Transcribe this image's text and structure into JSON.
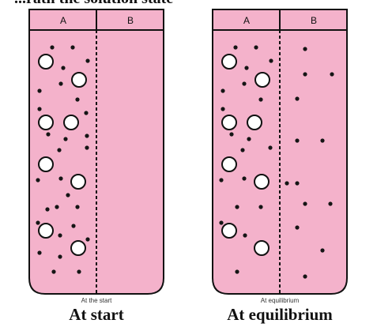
{
  "top_text": "...rath the solution state",
  "left_panel": {
    "compartment_a": "A",
    "compartment_b": "B",
    "small_caption": "At the start",
    "caption": "At start"
  },
  "right_panel": {
    "compartment_a": "A",
    "compartment_b": "B",
    "small_caption": "At equilibrium",
    "caption": "At equilibrium"
  },
  "colors": {
    "solution": "#f4b2cb",
    "outline": "#111111",
    "large_particle_fill": "#ffffff",
    "small_particle": "#151515"
  },
  "particle_legend": [
    "large-solute-circle",
    "small-solute-dot"
  ]
}
